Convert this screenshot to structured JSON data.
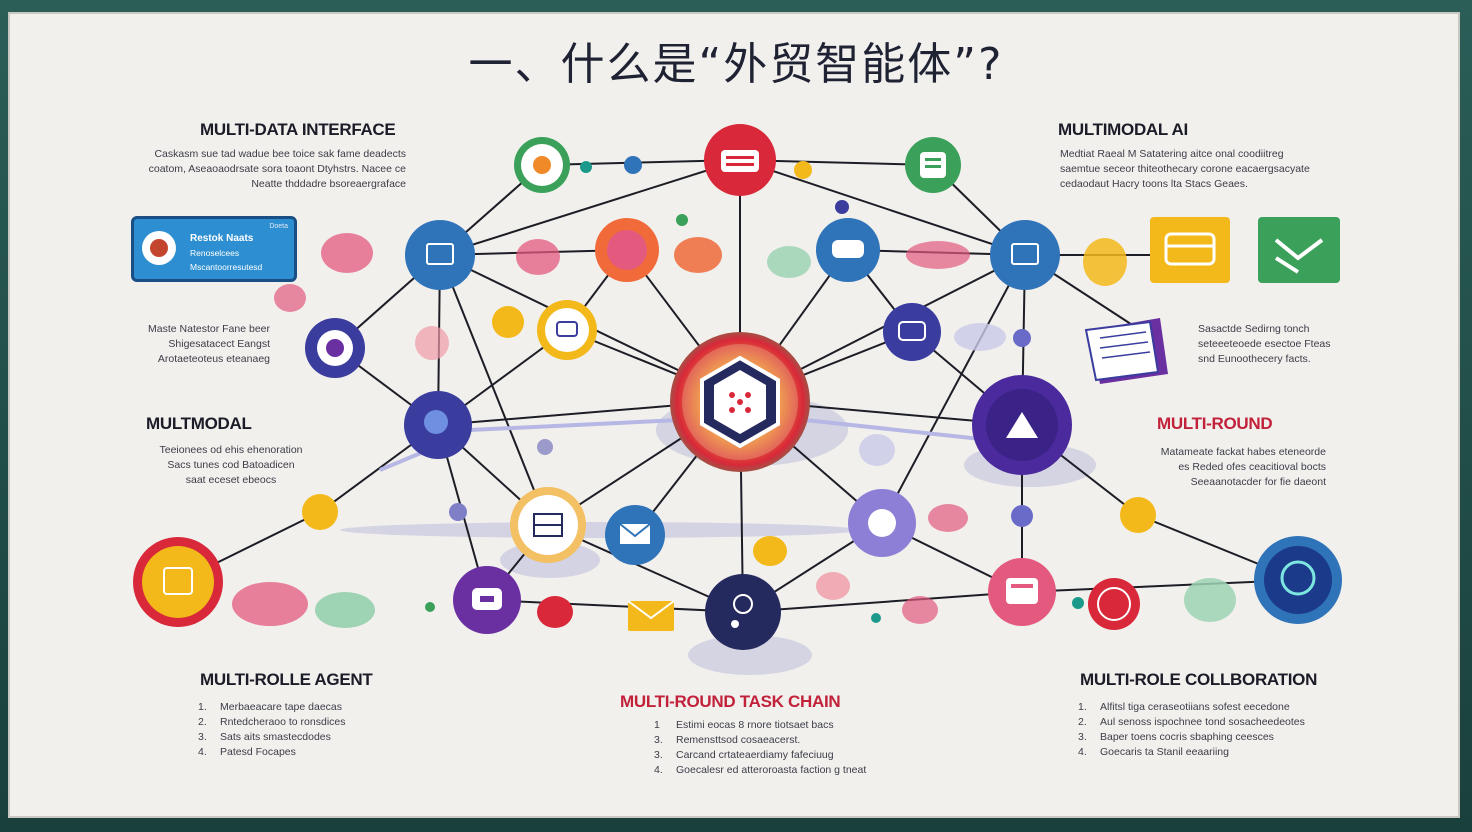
{
  "title": "一、什么是“外贸智能体”?",
  "sections": {
    "multi_data_interface": {
      "title": "MULTI-DATA INTERFACE",
      "lines": [
        "Caskasm sue tad wadue bee toice sak fame deadects",
        "coatom, Aseaoaodrsate sora toaont Dtyhstrs. Nacee ce",
        "Neatte thddadre bsoreaergraface"
      ]
    },
    "multimodal_ai": {
      "title": "MULTIMODAL AI",
      "lines": [
        "Medtiat Raeal M Satatering aitce onal coodiitreg",
        "saemtue seceor thiteothecary corone eacaergsacyate",
        "cedaodaut Hacry toons lta Stacs Geaes."
      ]
    },
    "left_mid_note": {
      "lines": [
        "Maste Natestor Fane beer",
        "Shigesatacect Eangst",
        "Arotaeteoteus eteanaeg"
      ]
    },
    "right_mid_note": {
      "lines": [
        "Sasactde Sedirng tonch",
        "seteeeteoede esectoe Fteas",
        "snd Eunoothecery facts."
      ]
    },
    "multmodal": {
      "title": "MULTMODAL",
      "lines": [
        "Teeionees od ehis ehenoration",
        "Sacs tunes cod Batoadicen",
        "saat eceset ebeocs"
      ]
    },
    "multi_round": {
      "title": "MULTI-ROUND",
      "lines": [
        "Matameate fackat habes eteneorde",
        "es Reded ofes ceacitioval bocts",
        "Seeaanotacder for fie daeont"
      ]
    },
    "multi_rolle_agent": {
      "title": "MULTI-ROLLE AGENT",
      "items": [
        {
          "n": "1.",
          "text": "Merbaeacare tape daecas"
        },
        {
          "n": "2.",
          "text": "Rntedcheraoo to ronsdices"
        },
        {
          "n": "3.",
          "text": "Sats aits smastecdodes"
        },
        {
          "n": "4.",
          "text": "Patesd Focapes"
        }
      ]
    },
    "multi_round_task_chain": {
      "title": "MULTI-ROUND TASK CHAIN",
      "items": [
        {
          "n": "1",
          "text": "Estimi eocas 8 rnore tiotsaet bacs"
        },
        {
          "n": "3.",
          "text": "Remensttsod cosaeacerst."
        },
        {
          "n": "3.",
          "text": "Carcand crtateaerdiamy fafeciuug"
        },
        {
          "n": "4.",
          "text": "Goecalesr ed atteroroasta faction g tneat"
        }
      ]
    },
    "multi_role_collaboration": {
      "title": "MULTI-ROLE COLLBORATION",
      "items": [
        {
          "n": "1.",
          "text": "Alfitsl tiga ceraseotiians sofest eecedone"
        },
        {
          "n": "2.",
          "text": "Aul senoss ispochnee tond sosacheedeotes"
        },
        {
          "n": "3.",
          "text": "Baper toens cocris sbaphing ceesces"
        },
        {
          "n": "4.",
          "text": "Goecaris ta Stanil eeaariing"
        }
      ]
    }
  },
  "card": {
    "line1": "Restok Naats",
    "line2": "Renoselcees",
    "line3": "Mscantoorresutesd",
    "tag": "Doeta"
  },
  "colors": {
    "blue": "#2f73b8",
    "indigo": "#3a3d9e",
    "purple": "#6a2fa0",
    "red": "#d8283a",
    "orange": "#f08a28",
    "yellow": "#f3b81a",
    "green": "#3ba15a",
    "pink": "#e35a7e",
    "navy": "#252a5e",
    "teal": "#1b9a8b"
  },
  "icons": {
    "hub": "hexagon-network-icon",
    "mail": "envelope-icon",
    "chat": "chat-bubble-icon",
    "document": "document-icon",
    "brain": "brain-icon",
    "card": "credit-card-icon",
    "chart": "chart-icon"
  }
}
